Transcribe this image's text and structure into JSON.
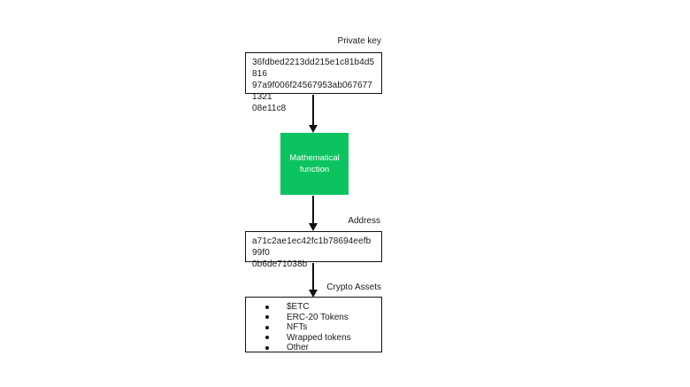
{
  "colors": {
    "background": "#ffffff",
    "box_border": "#111111",
    "function_fill": "#0bc45f",
    "function_text": "#ffffff",
    "text": "#1a1a1a"
  },
  "private_key": {
    "label": "Private key",
    "lines": [
      "36fdbed2213dd215e1c81b4d5816",
      "97a9f006f24567953ab0676771321",
      "08e11c8"
    ]
  },
  "mathematical_function": {
    "lines": [
      "Mathematical",
      "function"
    ]
  },
  "address": {
    "label": "Address",
    "lines": [
      "a71c2ae1ec42fc1b78694eefb99f0",
      "0b6de71038b"
    ]
  },
  "crypto_assets": {
    "label": "Crypto Assets",
    "items": [
      "$ETC",
      "ERC-20 Tokens",
      "NFTs",
      "Wrapped tokens",
      "Other"
    ]
  }
}
